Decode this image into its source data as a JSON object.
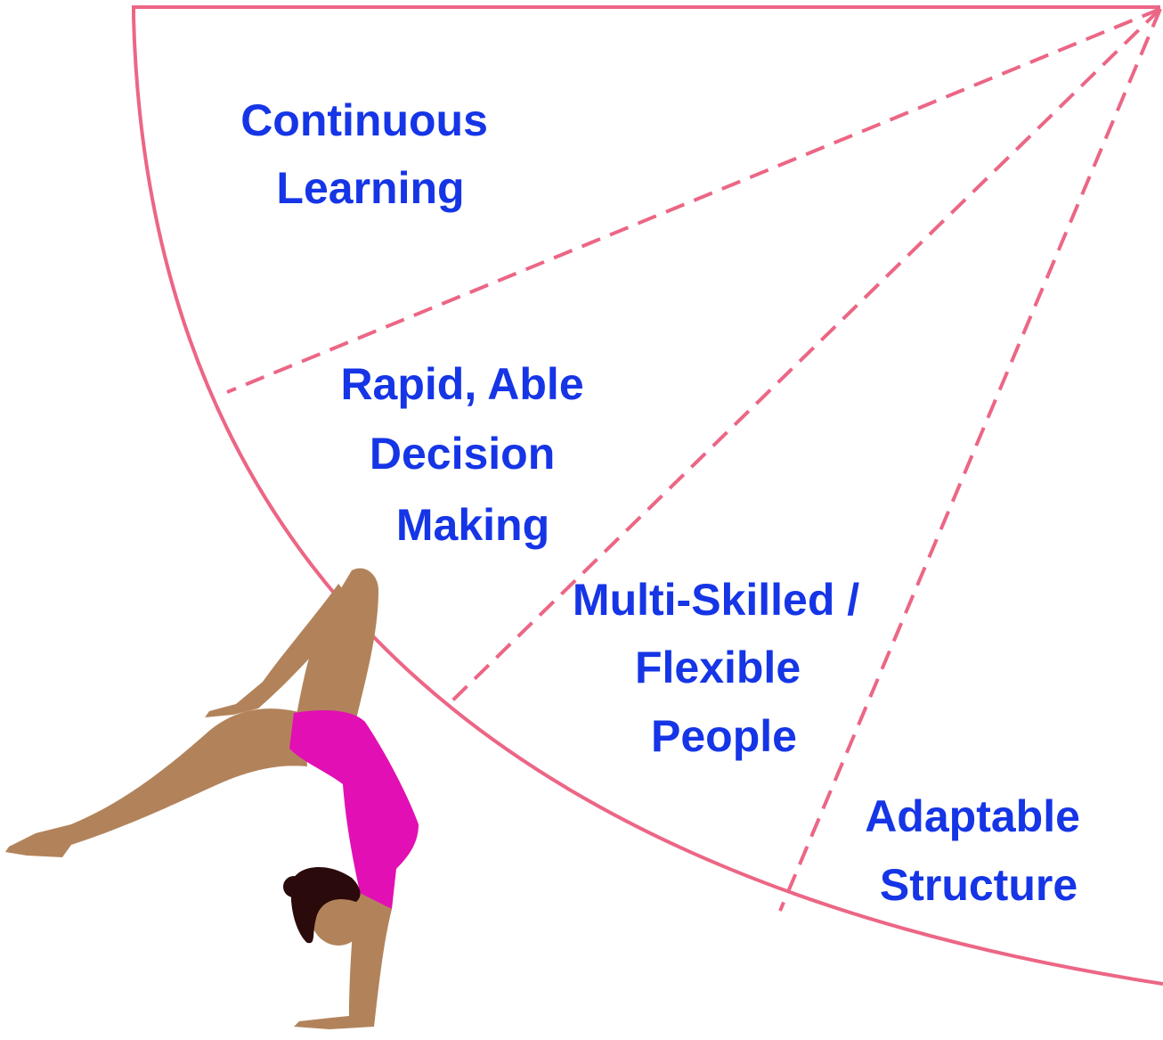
{
  "diagram": {
    "segments": [
      {
        "lines": [
          "Continuous",
          "Learning"
        ]
      },
      {
        "lines": [
          "Rapid, Able",
          "Decision",
          "Making"
        ]
      },
      {
        "lines": [
          "Multi-Skilled /",
          "Flexible",
          "People"
        ]
      },
      {
        "lines": [
          "Adaptable",
          "Structure"
        ]
      }
    ]
  },
  "colors": {
    "outline": "#ec6685",
    "label": "#1535e6",
    "skin": "#b2835b",
    "leotard": "#e20fb4",
    "hair": "#2a0a0a"
  },
  "illustration": {
    "icon": "gymnast-handstand-icon"
  }
}
